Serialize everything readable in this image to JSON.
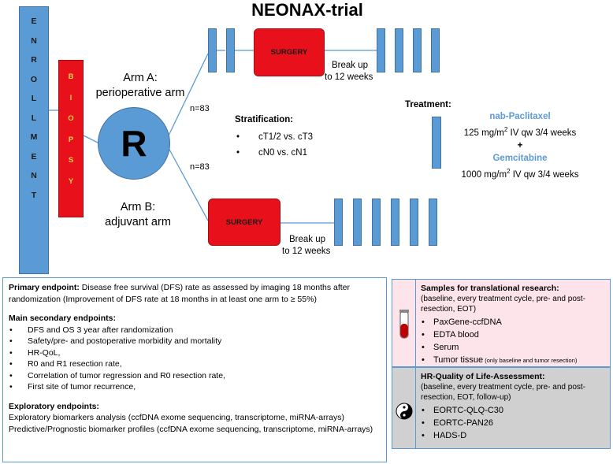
{
  "title": "NEONAX-trial",
  "enrollment_letters": [
    "E",
    "N",
    "R",
    "O",
    "L",
    "L",
    "M",
    "E",
    "N",
    "T"
  ],
  "biopsy_letters": [
    "B",
    "I",
    "O",
    "P",
    "S",
    "Y"
  ],
  "randomization_label": "R",
  "arm_a": {
    "line1": "Arm A:",
    "line2": "perioperative arm",
    "n": "n=83"
  },
  "arm_b": {
    "line1": "Arm B:",
    "line2": "adjuvant arm",
    "n": "n=83"
  },
  "surgery_label": "SURGERY",
  "break_up": {
    "line1": "Break up",
    "line2": "to 12 weeks"
  },
  "stratification": {
    "heading": "Stratification:",
    "items": [
      "cT1/2 vs. cT3",
      "cN0 vs. cN1"
    ]
  },
  "treatment": {
    "heading": "Treatment:",
    "drug1": "nab-Paclitaxel",
    "dose1_prefix": "125 mg/m",
    "dose1_sup": "2",
    "dose1_suffix": " IV qw 3/4 weeks",
    "plus": "+",
    "drug2": "Gemcitabine",
    "dose2_prefix": "1000 mg/m",
    "dose2_sup": "2",
    "dose2_suffix": " IV qw 3/4 weeks"
  },
  "endpoints": {
    "primary_label": "Primary endpoint:",
    "primary_text": " Disease free survival (DFS) rate as assessed by imaging 18 months after randomization (Improvement of DFS rate at 18 months in at least one arm to ≥ 55%)",
    "secondary_heading": "Main secondary endpoints:",
    "secondary_items": [
      "DFS and OS 3 year after randomization",
      "Safety/pre- and postoperative morbidity and mortality",
      "HR-QoL,",
      "R0 and R1 resection rate,",
      "Correlation of tumor regression and R0 resection rate,",
      "First site of tumor recurrence,"
    ],
    "exploratory_heading": "Exploratory endpoints:",
    "exploratory_lines": [
      "Exploratory biomarkers analysis (ccfDNA exome sequencing, transcriptome, miRNA-arrays)",
      "Predictive/Prognostic biomarker profiles (ccfDNA exome sequencing, transcriptome, miRNA-arrays)"
    ]
  },
  "samples": {
    "heading": "Samples for translational research:",
    "subtext": "(baseline, every treatment cycle, pre- and post-resection, EOT)",
    "items": [
      "PaxGene-ccfDNA",
      "EDTA blood",
      "Serum",
      "Tumor tissue"
    ],
    "tumor_note": " (only baseline and tumor resection)"
  },
  "hrqol": {
    "heading": "HR-Quality of Life-Assessment:",
    "subtext": "(baseline, every treatment cycle, pre- and post- resection, EOT, follow-up)",
    "items": [
      "EORTC-QLQ-C30",
      "EORTC-PAN26",
      "HADS-D"
    ]
  },
  "colors": {
    "blue": "#5b9bd5",
    "red": "#e8101a",
    "pink": "#fce4ea",
    "gray": "#d0d0d0"
  },
  "icons": {
    "samples": "blood-tube-icon",
    "hrqol": "yin-yang-icon"
  }
}
